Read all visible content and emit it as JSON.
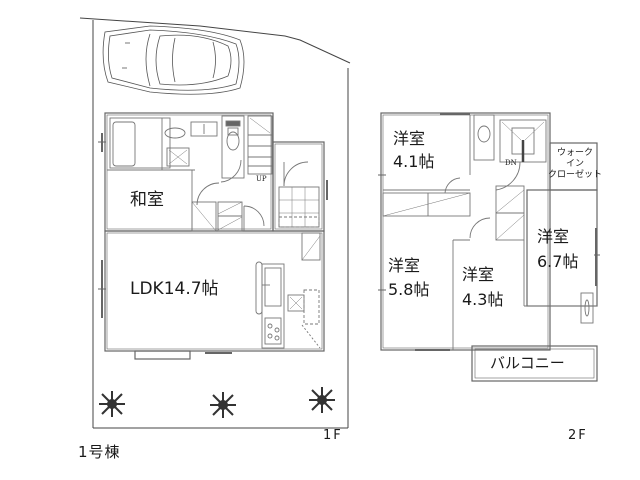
{
  "plan": {
    "building_label": "1号棟",
    "floor1": {
      "tag": "1F",
      "rooms": {
        "washitsu": "和室",
        "ldk": "LDK14.7帖"
      },
      "stair_mark": "UP",
      "site_features": [
        "car-parking",
        "trees"
      ]
    },
    "floor2": {
      "tag": "2F",
      "rooms": {
        "room_a": {
          "name": "洋室",
          "size": "4.1帖"
        },
        "room_b": {
          "name": "洋室",
          "size": "5.8帖"
        },
        "room_c": {
          "name": "洋室",
          "size": "4.3帖"
        },
        "room_d": {
          "name": "洋室",
          "size": "6.7帖"
        },
        "wic_line1": "ウォーク",
        "wic_line2": "イン",
        "wic_line3": "クローゼット",
        "balcony": "バルコニー"
      },
      "stair_mark": "DN"
    }
  },
  "colors": {
    "line": "#555555",
    "wall": "#777777",
    "tree": "#333333",
    "text": "#1a1a1a"
  }
}
